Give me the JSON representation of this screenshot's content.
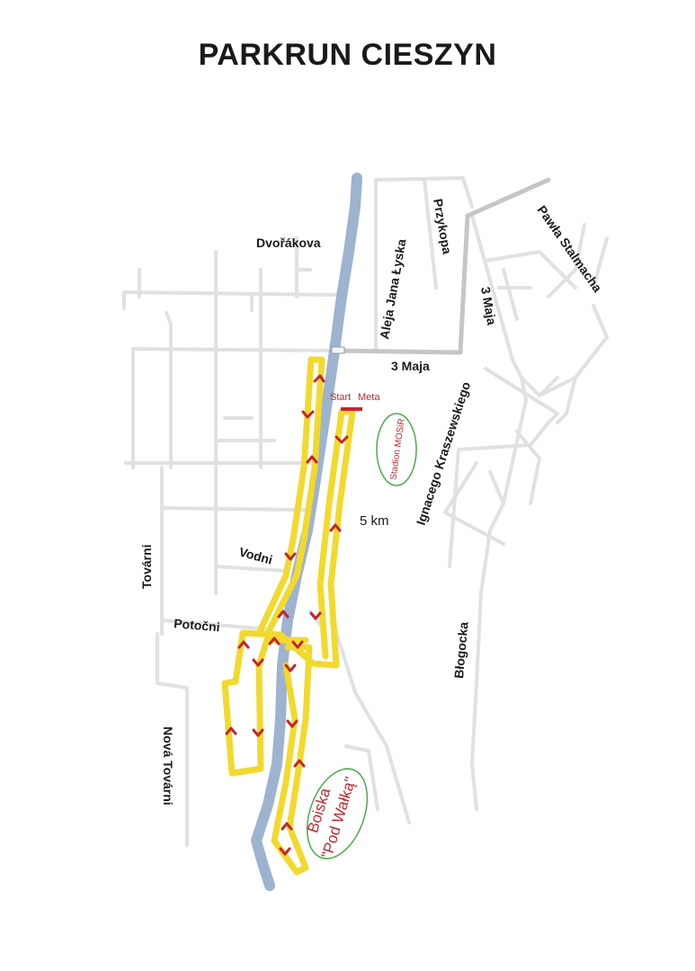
{
  "title": "PARKRUN CIESZYN",
  "distance_label": "5 km",
  "start_label": "Start",
  "finish_label": "Meta",
  "venues": {
    "stadion": "Stadion MOSiR",
    "boiska_line1": "Boiska",
    "boiska_line2": "\"Pod Wałką\""
  },
  "streets": {
    "dvorakova": "Dvořákova",
    "aleja": "Aleja Jana Łyska",
    "przykopa": "Przykopa",
    "stalmacha": "Pawła Stalmacha",
    "trzeci_maja_v": "3 Maja",
    "trzeci_maja_h": "3 Maja",
    "kraszewskiego": "Ignacego Kraszewskiego",
    "vodni": "Vodni",
    "tovarni": "Továrni",
    "potocni": "Potočni",
    "blogocka": "Błogocka",
    "nova_tovarni": "Nová Továrni"
  },
  "colors": {
    "route": "#f2d92e",
    "river": "#9db3cf",
    "street": "#e1e1e1",
    "main_road": "#c6c6c6",
    "arrow": "#c0272d",
    "venue_outline": "#4caa4c"
  }
}
